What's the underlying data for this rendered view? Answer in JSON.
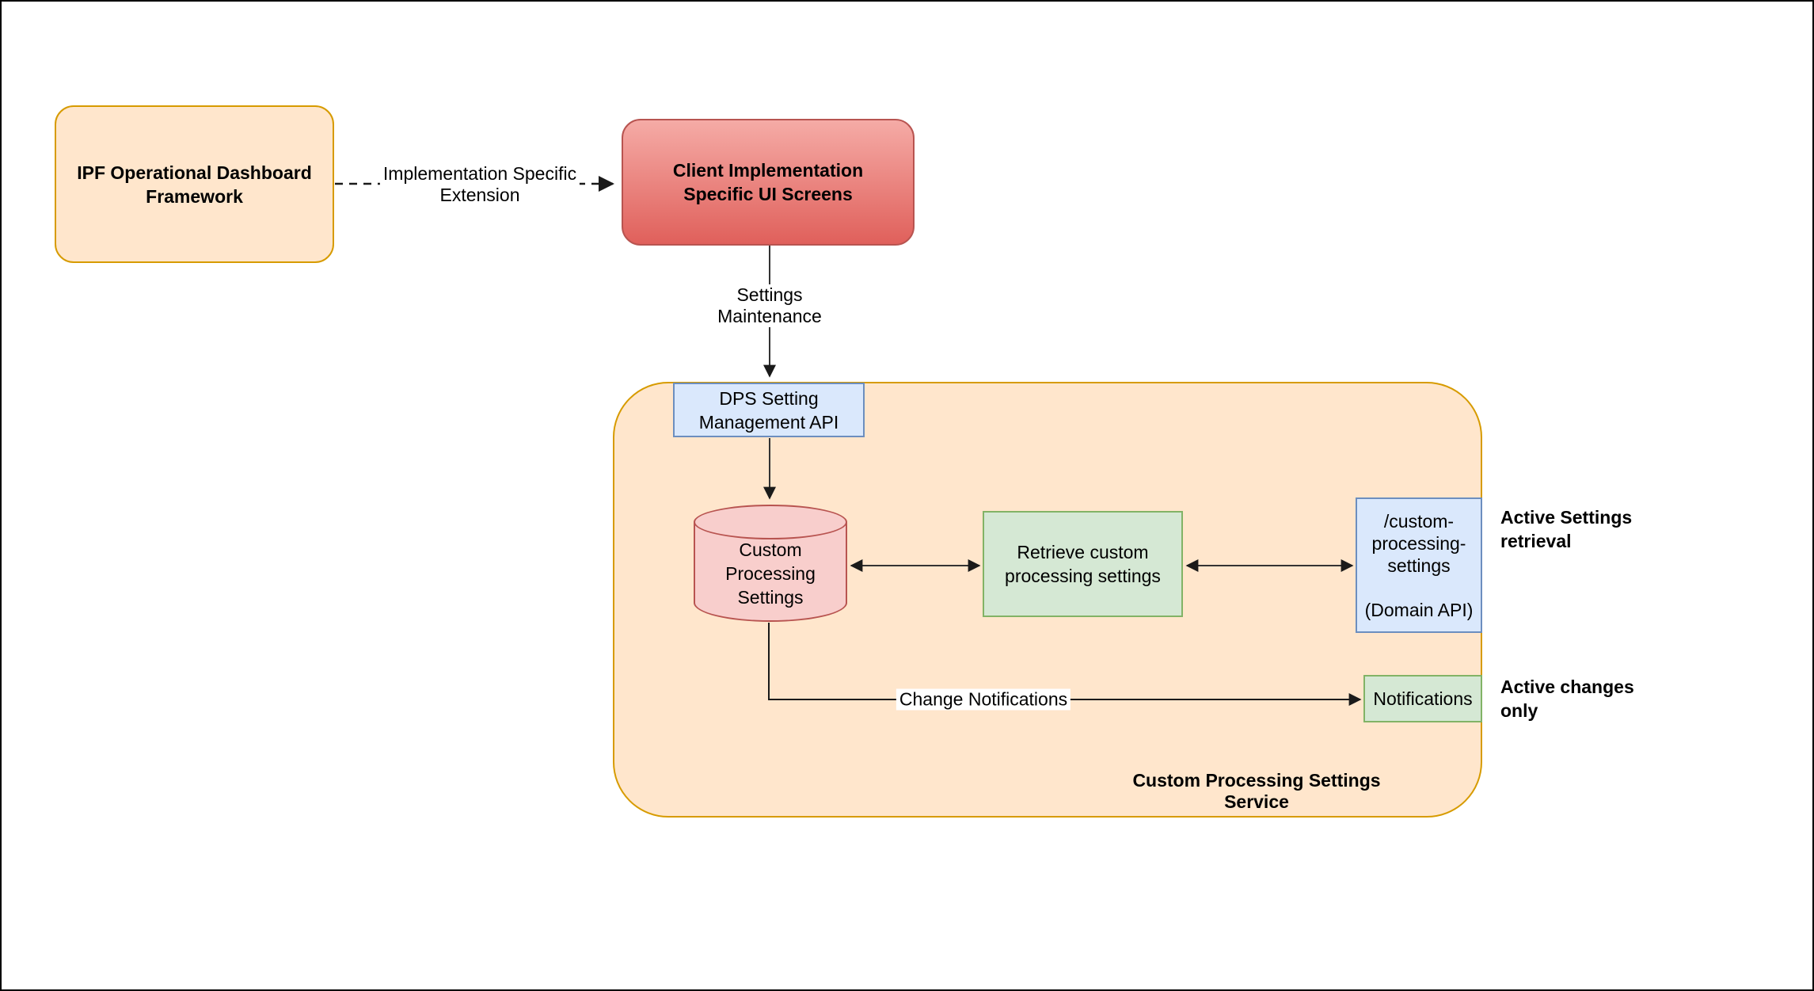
{
  "diagram": {
    "nodes": {
      "ipf_framework": {
        "label": "IPF Operational Dashboard\nFramework"
      },
      "client_ui": {
        "label": "Client Implementation\nSpecific UI Screens"
      },
      "dps_api": {
        "label": "DPS Setting\nManagement API"
      },
      "settings_db": {
        "label": "Custom\nProcessing\nSettings"
      },
      "retrieve": {
        "label": "Retrieve custom\nprocessing settings"
      },
      "domain_api": {
        "label": "/custom-\nprocessing-\nsettings\n\n(Domain API)"
      },
      "notifications": {
        "label": "Notifications"
      },
      "service_container": {
        "label": "Custom Processing Settings Service"
      }
    },
    "edges": {
      "impl_extension": {
        "label": "Implementation Specific\nExtension",
        "style": "dashed-arrow"
      },
      "settings_maintenance": {
        "label": "Settings\nMaintenance",
        "style": "solid-arrow"
      },
      "dps_to_db": {
        "label": "",
        "style": "solid-arrow"
      },
      "db_retrieve": {
        "label": "",
        "style": "double-arrow"
      },
      "retrieve_domain_api": {
        "label": "",
        "style": "double-arrow"
      },
      "change_notifications": {
        "label": "Change Notifications",
        "style": "solid-arrow"
      }
    },
    "annotations": {
      "active_settings": {
        "label": "Active Settings\nretrieval"
      },
      "active_changes": {
        "label": "Active changes\nonly"
      }
    },
    "colors": {
      "orange_fill": "#FFE6CC",
      "orange_border": "#D79B00",
      "blue_fill": "#DAE8FC",
      "blue_border": "#6C8EBF",
      "green_fill": "#D5E8D4",
      "green_border": "#82B366",
      "pink_fill": "#F8CECC",
      "red_border": "#B85450",
      "red_gradient_top": "#F5ABA6",
      "red_gradient_bottom": "#E0605B",
      "connector": "#333333",
      "canvas_border": "#000000"
    }
  }
}
